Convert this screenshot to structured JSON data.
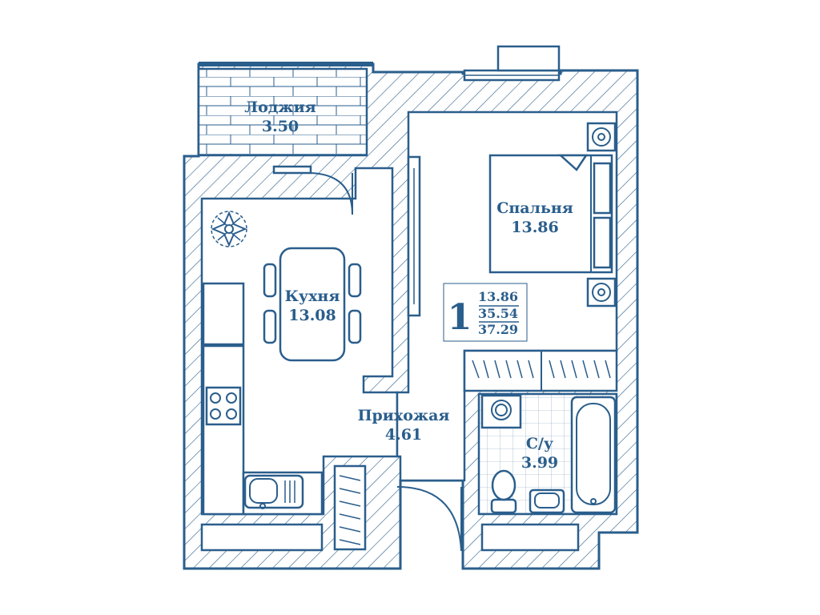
{
  "colors": {
    "line": "#2a5e8c",
    "background": "#ffffff"
  },
  "rooms": {
    "loggia": {
      "name": "Лоджия",
      "area": "3.50"
    },
    "kitchen": {
      "name": "Кухня",
      "area": "13.08"
    },
    "bedroom": {
      "name": "Спальня",
      "area": "13.86"
    },
    "hallway": {
      "name": "Прихожая",
      "area": "4.61"
    },
    "bathroom": {
      "name": "С/у",
      "area": "3.99"
    }
  },
  "summary": {
    "rooms_count": "1",
    "living_area": "13.86",
    "total_area": "35.54",
    "total_with_loggia": "37.29"
  },
  "icons": [
    "plant-icon",
    "stove-icon",
    "sink-icon",
    "toilet-icon",
    "bathtub-icon",
    "washing-machine-icon",
    "vent-icon"
  ]
}
